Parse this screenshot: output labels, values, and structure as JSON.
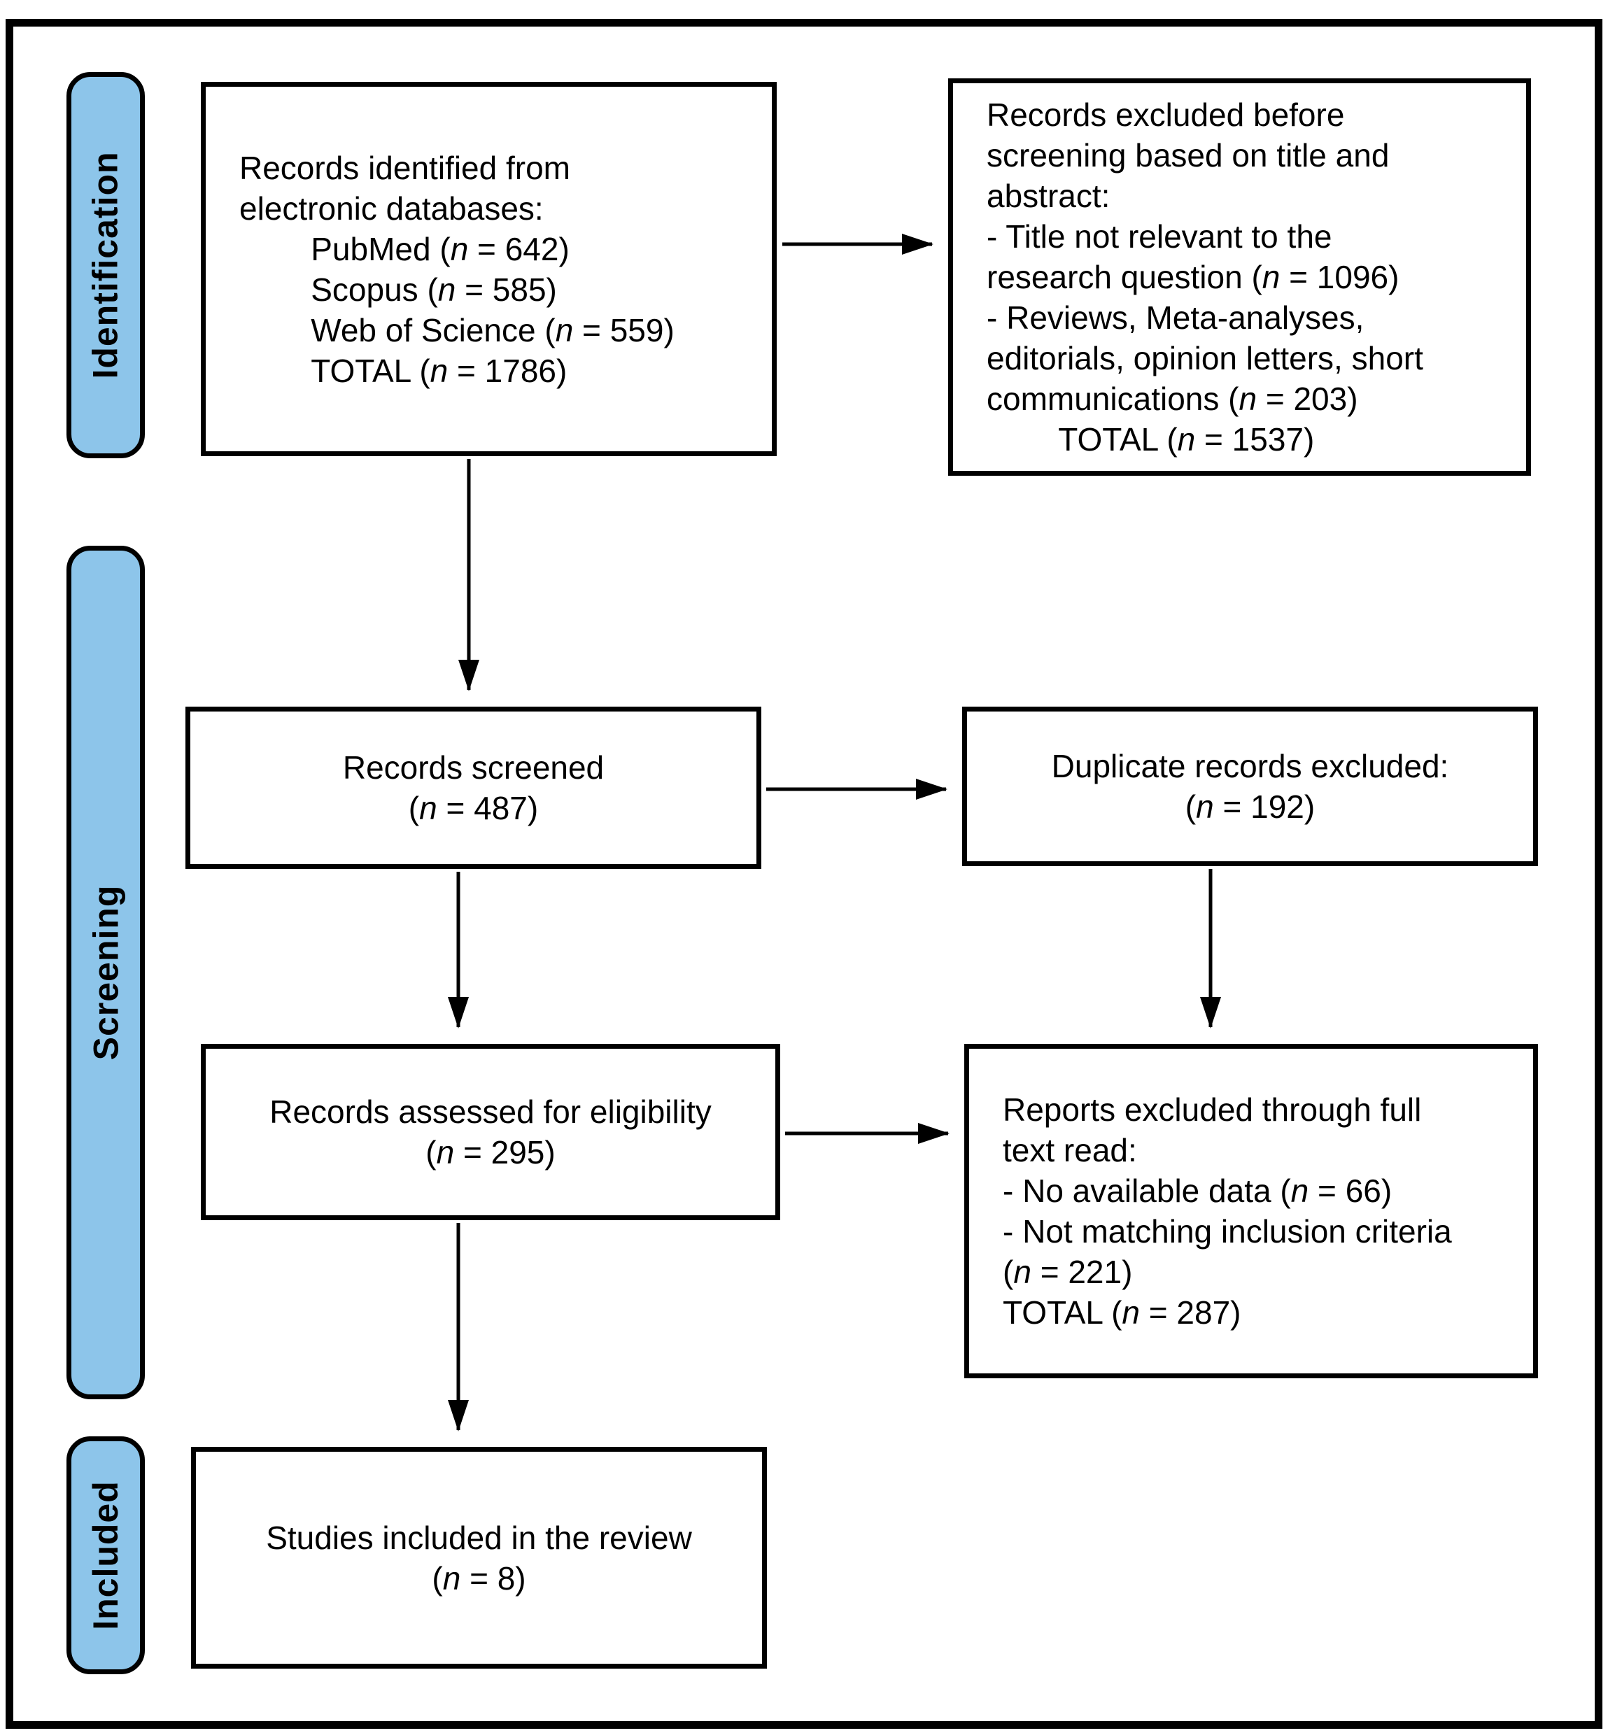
{
  "colors": {
    "tab_fill": "#8DC5EA",
    "line_color": "#000000",
    "box_bg": "#ffffff"
  },
  "stages": {
    "identification": "Identification",
    "screening": "Screening",
    "included": "Included"
  },
  "boxes": {
    "identified": {
      "lines": [
        "Records identified from",
        "electronic databases:",
        "        PubMed (n = 642)",
        "        Scopus (n = 585)",
        "        Web of Science (n = 559)",
        "        TOTAL (n = 1786)"
      ]
    },
    "excluded_before_screening": {
      "lines": [
        "Records excluded before",
        "screening based on title and",
        "abstract:",
        "- Title not relevant to the",
        "research question (n = 1096)",
        "- Reviews, Meta-analyses,",
        "editorials, opinion letters, short",
        "communications (n = 203)",
        "        TOTAL (n = 1537)"
      ]
    },
    "screened": {
      "lines": [
        "Records screened",
        "(n = 487)"
      ]
    },
    "duplicates_excluded": {
      "lines": [
        "Duplicate records excluded:",
        "(n = 192)"
      ]
    },
    "assessed": {
      "lines": [
        "Records assessed for eligibility",
        "(n = 295)"
      ]
    },
    "excluded_full_text": {
      "lines": [
        "Reports excluded through full",
        "text read:",
        "- No available data (n = 66)",
        "- Not matching inclusion criteria",
        "(n = 221)",
        "TOTAL (n = 287)"
      ]
    },
    "included_studies": {
      "lines": [
        "Studies included in the review",
        "(n = 8)"
      ]
    }
  }
}
